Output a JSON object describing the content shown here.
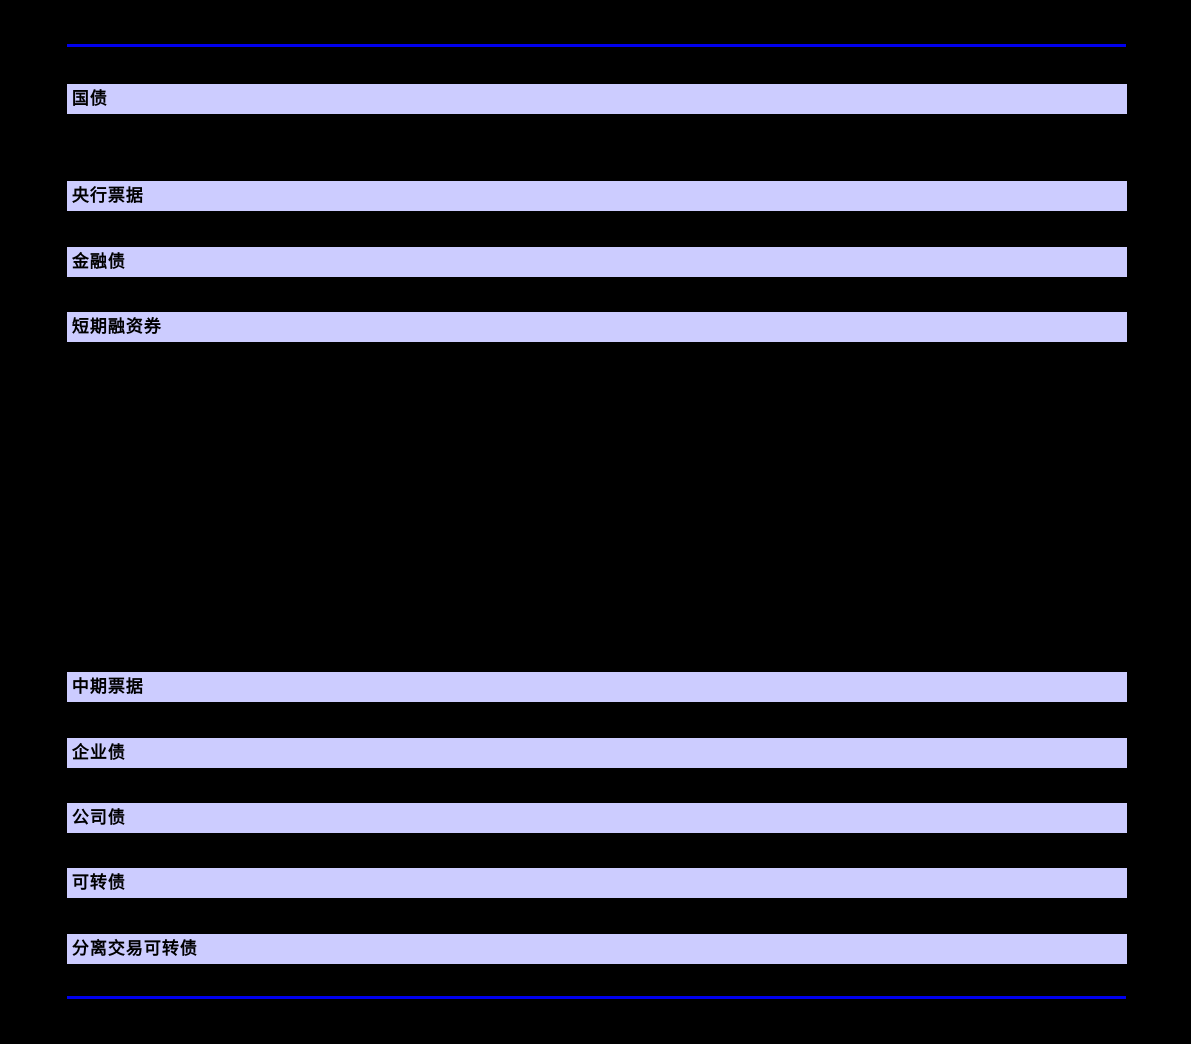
{
  "page": {
    "background_color": "#000000",
    "divider_color": "#0000ee",
    "bar_color": "#ccccff",
    "bar_text_color": "#000000"
  },
  "sections": [
    {
      "label": "国债"
    },
    {
      "label": "央行票据"
    },
    {
      "label": "金融债"
    },
    {
      "label": "短期融资券"
    },
    {
      "label": "中期票据"
    },
    {
      "label": "企业债"
    },
    {
      "label": "公司债"
    },
    {
      "label": "可转债"
    },
    {
      "label": "分离交易可转债"
    }
  ]
}
